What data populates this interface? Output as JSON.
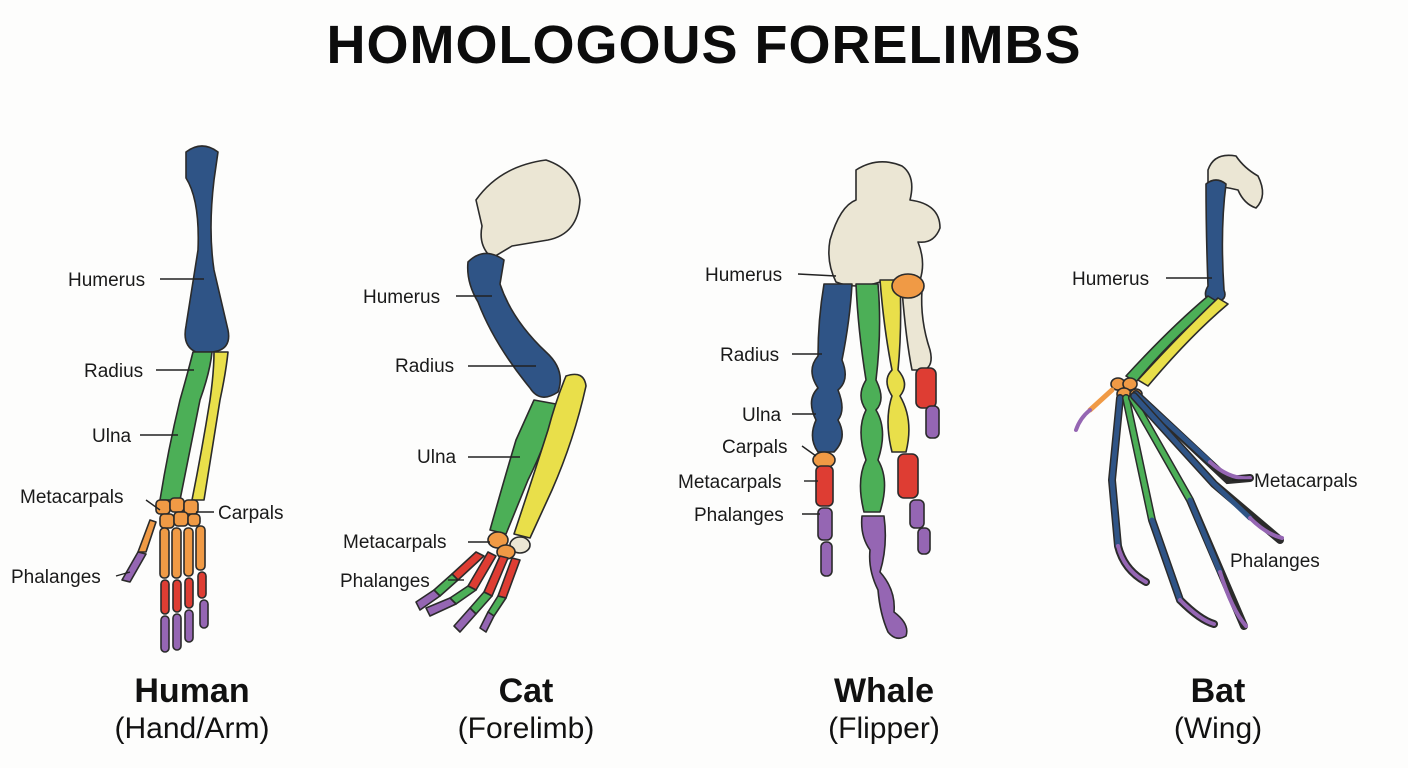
{
  "title": "HOMOLOGOUS FORELIMBS",
  "colors": {
    "humerus": "#2f5486",
    "radius": "#4caf57",
    "ulna": "#e9df4a",
    "carpals": "#f09a45",
    "metacarpals": "#de3d33",
    "phalanges": "#9566b3",
    "scapula": "#ebe6d4"
  },
  "limbs": [
    {
      "name": "Human",
      "subtitle": "(Hand/Arm)",
      "labels": {
        "humerus": "Humerus",
        "radius": "Radius",
        "ulna": "Ulna",
        "metacarpals": "Metacarpals",
        "carpals": "Carpals",
        "phalanges": "Phalanges"
      }
    },
    {
      "name": "Cat",
      "subtitle": "(Forelimb)",
      "labels": {
        "humerus": "Humerus",
        "radius": "Radius",
        "ulna": "Ulna",
        "metacarpals": "Metacarpals",
        "phalanges": "Phalanges"
      }
    },
    {
      "name": "Whale",
      "subtitle": "(Flipper)",
      "labels": {
        "humerus": "Humerus",
        "radius": "Radius",
        "ulna": "Ulna",
        "carpals": "Carpals",
        "metacarpals": "Metacarpals",
        "phalanges": "Phalanges"
      }
    },
    {
      "name": "Bat",
      "subtitle": "(Wing)",
      "labels": {
        "humerus": "Humerus",
        "metacarpals": "Metacarpals",
        "phalanges": "Phalanges"
      }
    }
  ]
}
